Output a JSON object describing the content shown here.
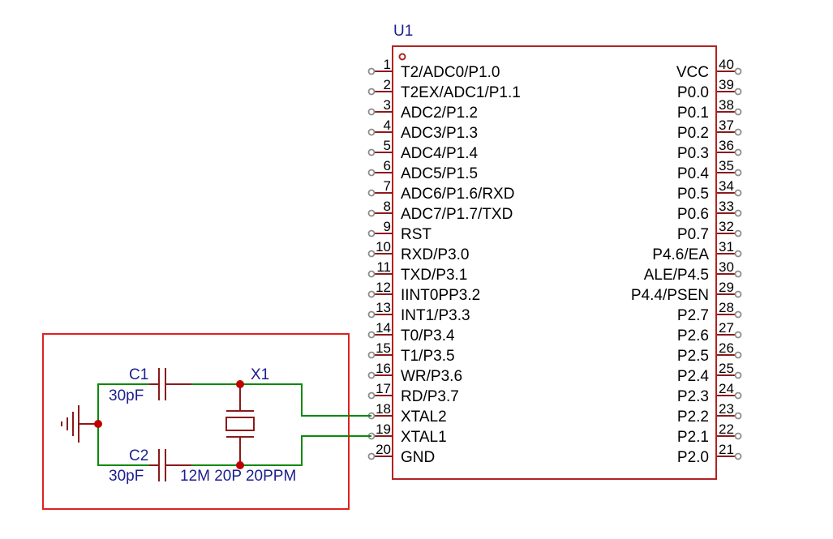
{
  "colors": {
    "body": "#b22222",
    "pin": "#8b1a1a",
    "wire": "#0a8a0a",
    "designator": "#1b1f8f",
    "highlight": "#e02020",
    "junction": "#c00000"
  },
  "chip": {
    "designator": "U1",
    "left_pins": [
      {
        "num": "1",
        "label": "T2/ADC0/P1.0"
      },
      {
        "num": "2",
        "label": "T2EX/ADC1/P1.1"
      },
      {
        "num": "3",
        "label": "ADC2/P1.2"
      },
      {
        "num": "4",
        "label": "ADC3/P1.3"
      },
      {
        "num": "5",
        "label": "ADC4/P1.4"
      },
      {
        "num": "6",
        "label": "ADC5/P1.5"
      },
      {
        "num": "7",
        "label": "ADC6/P1.6/RXD"
      },
      {
        "num": "8",
        "label": "ADC7/P1.7/TXD"
      },
      {
        "num": "9",
        "label": "RST"
      },
      {
        "num": "10",
        "label": "RXD/P3.0"
      },
      {
        "num": "11",
        "label": "TXD/P3.1"
      },
      {
        "num": "12",
        "label": "IINT0PP3.2"
      },
      {
        "num": "13",
        "label": "INT1/P3.3"
      },
      {
        "num": "14",
        "label": "T0/P3.4"
      },
      {
        "num": "15",
        "label": "T1/P3.5"
      },
      {
        "num": "16",
        "label": "WR/P3.6"
      },
      {
        "num": "17",
        "label": "RD/P3.7"
      },
      {
        "num": "18",
        "label": "XTAL2"
      },
      {
        "num": "19",
        "label": "XTAL1"
      },
      {
        "num": "20",
        "label": "GND"
      }
    ],
    "right_pins": [
      {
        "num": "40",
        "label": "VCC"
      },
      {
        "num": "39",
        "label": "P0.0"
      },
      {
        "num": "38",
        "label": "P0.1"
      },
      {
        "num": "37",
        "label": "P0.2"
      },
      {
        "num": "36",
        "label": "P0.3"
      },
      {
        "num": "35",
        "label": "P0.4"
      },
      {
        "num": "34",
        "label": "P0.5"
      },
      {
        "num": "33",
        "label": "P0.6"
      },
      {
        "num": "32",
        "label": "P0.7"
      },
      {
        "num": "31",
        "label": "P4.6/EA"
      },
      {
        "num": "30",
        "label": "ALE/P4.5"
      },
      {
        "num": "29",
        "label": "P4.4/PSEN"
      },
      {
        "num": "28",
        "label": "P2.7"
      },
      {
        "num": "27",
        "label": "P2.6"
      },
      {
        "num": "26",
        "label": "P2.5"
      },
      {
        "num": "25",
        "label": "P2.4"
      },
      {
        "num": "24",
        "label": "P2.3"
      },
      {
        "num": "23",
        "label": "P2.2"
      },
      {
        "num": "22",
        "label": "P2.1"
      },
      {
        "num": "21",
        "label": "P2.0"
      }
    ]
  },
  "oscillator": {
    "c1": {
      "designator": "C1",
      "value": "30pF"
    },
    "c2": {
      "designator": "C2",
      "value": "30pF"
    },
    "crystal": {
      "designator": "X1",
      "value": "12M 20P 20PPM"
    }
  }
}
